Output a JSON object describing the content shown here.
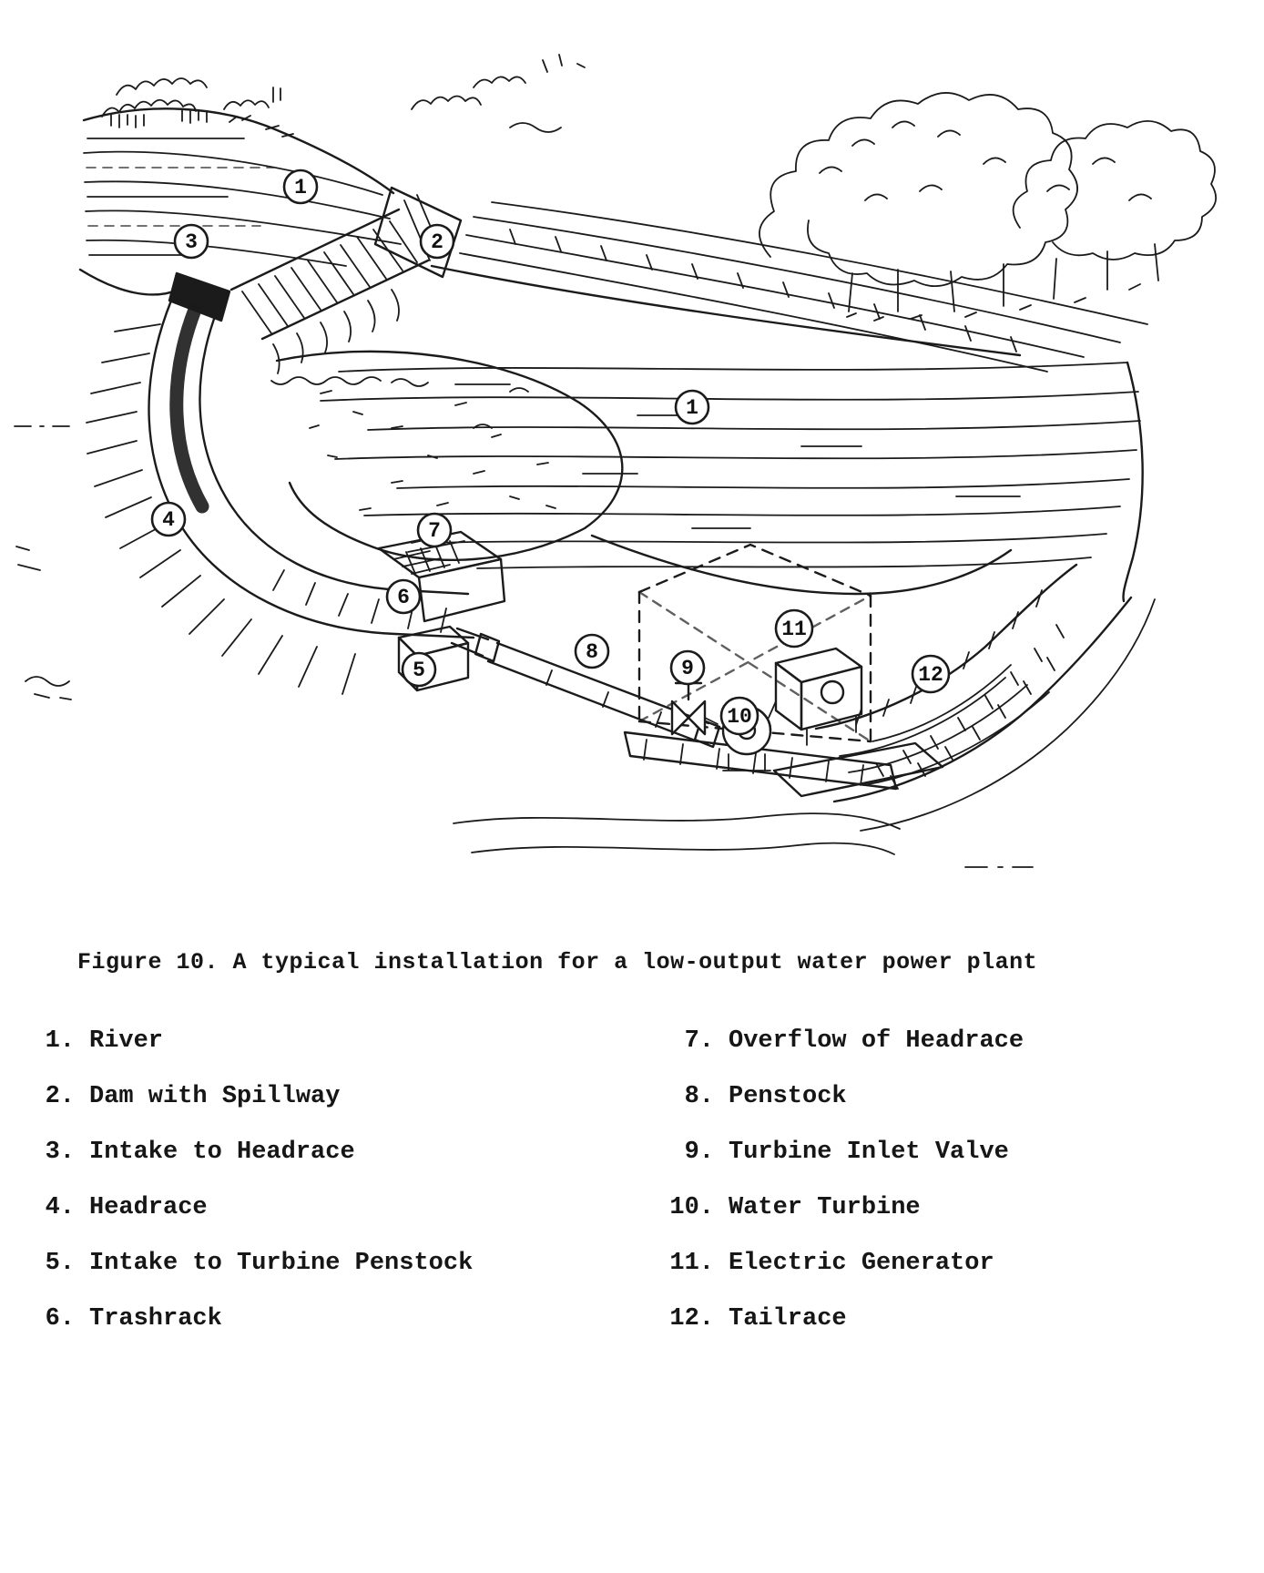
{
  "figure": {
    "caption": "Figure 10. A typical installation for a low-output water power plant"
  },
  "callouts": [
    {
      "id": "river-upstream",
      "n": "1"
    },
    {
      "id": "dam-with-spillway",
      "n": "2"
    },
    {
      "id": "intake-to-headrace",
      "n": "3"
    },
    {
      "id": "headrace",
      "n": "4"
    },
    {
      "id": "river",
      "n": "1"
    },
    {
      "id": "overflow-of-headrace",
      "n": "7"
    },
    {
      "id": "trashrack",
      "n": "6"
    },
    {
      "id": "intake-to-turbine-penstock",
      "n": "5"
    },
    {
      "id": "penstock",
      "n": "8"
    },
    {
      "id": "turbine-inlet-valve",
      "n": "9"
    },
    {
      "id": "water-turbine",
      "n": "10"
    },
    {
      "id": "electric-generator",
      "n": "11"
    },
    {
      "id": "tailrace",
      "n": "12"
    }
  ],
  "legend": {
    "left": [
      {
        "num": "1.",
        "label": "River"
      },
      {
        "num": "2.",
        "label": "Dam with Spillway"
      },
      {
        "num": "3.",
        "label": "Intake to Headrace"
      },
      {
        "num": "4.",
        "label": "Headrace"
      },
      {
        "num": "5.",
        "label": "Intake to Turbine Penstock"
      },
      {
        "num": "6.",
        "label": "Trashrack"
      }
    ],
    "right": [
      {
        "num": "7.",
        "label": "Overflow of Headrace"
      },
      {
        "num": "8.",
        "label": "Penstock"
      },
      {
        "num": "9.",
        "label": "Turbine Inlet Valve"
      },
      {
        "num": "10.",
        "label": "Water Turbine"
      },
      {
        "num": "11.",
        "label": "Electric Generator"
      },
      {
        "num": "12.",
        "label": "Tailrace"
      }
    ]
  }
}
